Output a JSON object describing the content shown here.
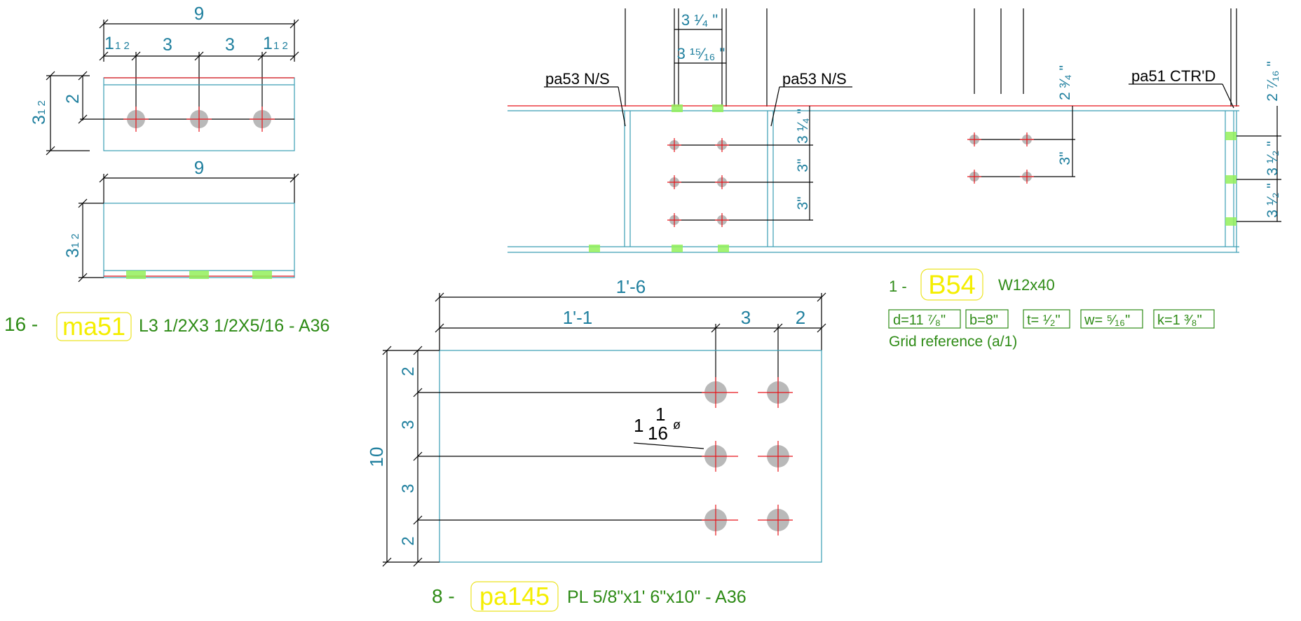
{
  "angle_part": {
    "quantity": "16 -",
    "mark": "ma51",
    "description": "L3 1/2X3 1/2X5/16 - A36",
    "top_view": {
      "overall": "9",
      "edge_l_int": "1",
      "edge_l_frac": "1 2",
      "spacing1": "3",
      "spacing2": "3",
      "edge_r_int": "1",
      "edge_r_frac": "1 2",
      "gauge": "2",
      "leg_int": "3",
      "leg_frac": "1 2"
    },
    "bottom_view": {
      "overall": "9",
      "leg_int": "3",
      "leg_frac": "1 2"
    }
  },
  "plate_part": {
    "quantity": "8 -",
    "mark": "pa145",
    "description": "PL 5/8\"x1' 6\"x10\" - A36",
    "width": "1'-6",
    "to_first_col": "1'-1",
    "col_spacing": "3",
    "edge_right": "2",
    "height": "10",
    "row_dims": [
      "2",
      "3",
      "3",
      "2"
    ],
    "hole_int": "1",
    "hole_num": "1",
    "hole_den": "16",
    "hole_symbol": "ø"
  },
  "beam": {
    "quantity": "1 -",
    "mark": "B54",
    "section": "W12x40",
    "properties": [
      "d=11 ⁷⁄₈\"",
      "b=8\"",
      "t= ¹⁄₂\"",
      "w= ⁵⁄₁₆\"",
      "k=1 ³⁄₈\""
    ],
    "grid_reference": "Grid reference (a/1)",
    "callout_left": "pa53 N/S",
    "callout_mid": "pa53 N/S",
    "callout_right": "pa51 CTR'D",
    "dim_top_a": "3 ¹⁄₄ \"",
    "dim_top_b": "3 ¹⁵⁄₁₆ \"",
    "dim_conn_top": "3 ¹⁄₄ \"",
    "dim_conn_s1": "3\"",
    "dim_conn_s2": "3\"",
    "dim_web_top": "2 ³⁄₄ \"",
    "dim_web_s": "3\"",
    "dim_end_top": "2 ⁷⁄₁₆ \"",
    "dim_end_s1": "3 ¹⁄₂ \"",
    "dim_end_s2": "3 ¹⁄₂ \""
  }
}
